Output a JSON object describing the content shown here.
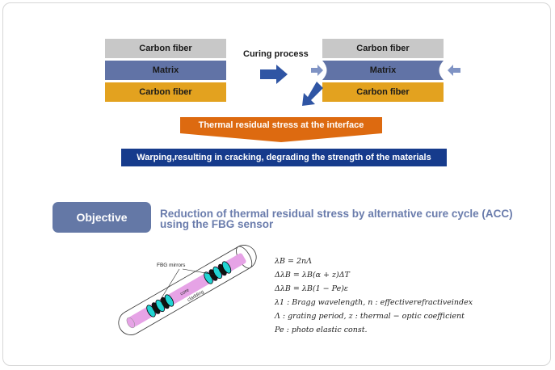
{
  "layers": {
    "carbon_fiber": "Carbon fiber",
    "matrix": "Matrix"
  },
  "curing_label": "Curing process",
  "stress_label": "Thermal residual stress at the interface",
  "warping_label": "Warping,resulting in cracking, degrading the strength of the materials",
  "objective": {
    "button": "Objective",
    "line1": "Reduction of thermal residual stress by alternative cure cycle (ACC)",
    "line2": "using the FBG sensor"
  },
  "fbg": {
    "mirrors": "FBG mirrors",
    "core": "core",
    "cladding": "cladding"
  },
  "equations": [
    "λB = 2nΛ",
    "ΔλB = λB(α + z)ΔT",
    "ΔλB = λB(1 − Pe)ε",
    "λ1 : Bragg wavelength,    n : effectiverefractiveindex",
    "Λ : grating period,          z : thermal − optic coefficient",
    "Pe : photo    elastic const."
  ],
  "colors": {
    "carbon_gray": "#c8c8c8",
    "matrix_blue": "#6173a6",
    "carbon_orange": "#e3a21f",
    "arrow_blue": "#2f55a4",
    "banner_orange": "#dd6a10",
    "banner_blue": "#163b8c",
    "objective_bg": "#6478a6",
    "core_pink": "#e6a3e6",
    "mirror_cyan": "#22d4d4"
  }
}
